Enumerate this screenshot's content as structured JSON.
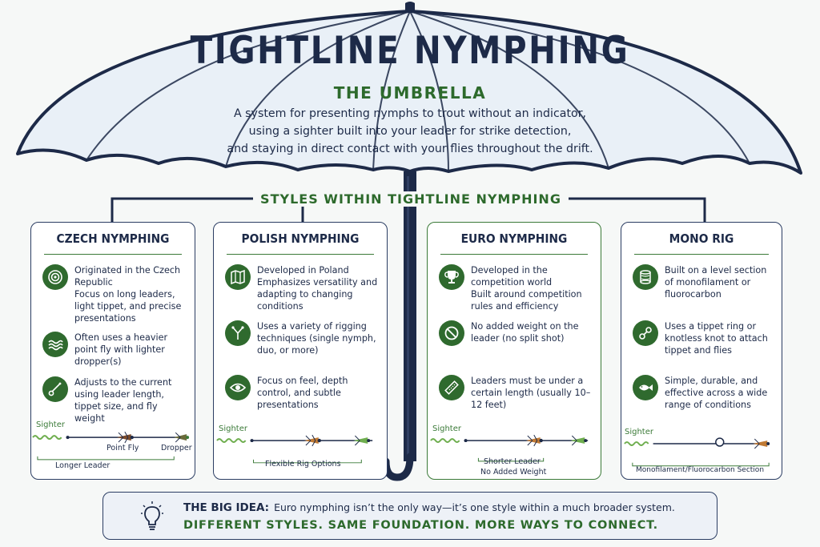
{
  "header": {
    "title": "TIGHTLINE NYMPHING",
    "subtitle": "THE UMBRELLA",
    "description": [
      "A system for presenting nymphs to trout without an indicator,",
      "using a sighter built into your leader for strike detection,",
      "and staying in direct contact with your flies throughout the drift."
    ]
  },
  "styles_header": "STYLES WITHIN TIGHTLINE NYMPHING",
  "cards": [
    {
      "title": "CZECH NYMPHING",
      "bullets": [
        {
          "icon": "target-icon",
          "lines": [
            "Originated in the Czech Republic",
            "Focus on long leaders, light tippet, and precise presentations"
          ]
        },
        {
          "icon": "water-icon",
          "lines": [
            "Often uses a heavier point fly with lighter dropper(s)"
          ]
        },
        {
          "icon": "adjust-line-icon",
          "lines": [
            "Adjusts to the current using leader length, tippet size, and fly weight"
          ]
        }
      ],
      "rig": {
        "sighter": "Sighter",
        "labels": [
          "Point Fly",
          "Dropper"
        ],
        "caption": "Longer Leader"
      }
    },
    {
      "title": "POLISH NYMPHING",
      "bullets": [
        {
          "icon": "map-icon",
          "lines": [
            "Developed in Poland",
            "Emphasizes versatility and adapting to changing conditions"
          ]
        },
        {
          "icon": "branching-icon",
          "lines": [
            "Uses a variety of rigging techniques (single nymph, duo, or more)"
          ]
        },
        {
          "icon": "eye-icon",
          "lines": [
            "Focus on feel, depth control, and subtle presentations"
          ]
        }
      ],
      "rig": {
        "sighter": "Sighter",
        "labels": [],
        "caption": "Flexible Rig Options"
      }
    },
    {
      "title": "EURO NYMPHING",
      "bullets": [
        {
          "icon": "trophy-icon",
          "lines": [
            "Developed in the competition world",
            "Built around competition rules and efficiency"
          ]
        },
        {
          "icon": "no-weight-icon",
          "lines": [
            "No added weight on the leader (no split shot)"
          ]
        },
        {
          "icon": "ruler-icon",
          "lines": [
            "Leaders must be under a certain length (usually 10–12 feet)"
          ]
        }
      ],
      "rig": {
        "sighter": "Sighter",
        "labels": [],
        "caption": "Shorter Leader",
        "caption2": "No Added Weight"
      }
    },
    {
      "title": "MONO RIG",
      "bullets": [
        {
          "icon": "spool-icon",
          "lines": [
            "Built on a level section of monofilament or fluorocarbon"
          ]
        },
        {
          "icon": "tippet-ring-icon",
          "lines": [
            "Uses a tippet ring or knotless knot to attach tippet and flies"
          ]
        },
        {
          "icon": "fish-icon",
          "lines": [
            "Simple, durable, and effective across a wide range of conditions"
          ]
        }
      ],
      "rig": {
        "sighter": "Sighter",
        "labels": [],
        "caption": "Monofilament/Fluorocarbon Section"
      }
    }
  ],
  "big_idea": {
    "label": "THE BIG IDEA:",
    "text": "Euro nymphing isn’t the only way—it’s one style within a much broader system.",
    "tagline": "DIFFERENT STYLES. SAME FOUNDATION.  MORE WAYS TO CONNECT."
  },
  "colors": {
    "navy": "#1d2a48",
    "green": "#2d6a2c",
    "canopy": "#e9f0f7"
  }
}
